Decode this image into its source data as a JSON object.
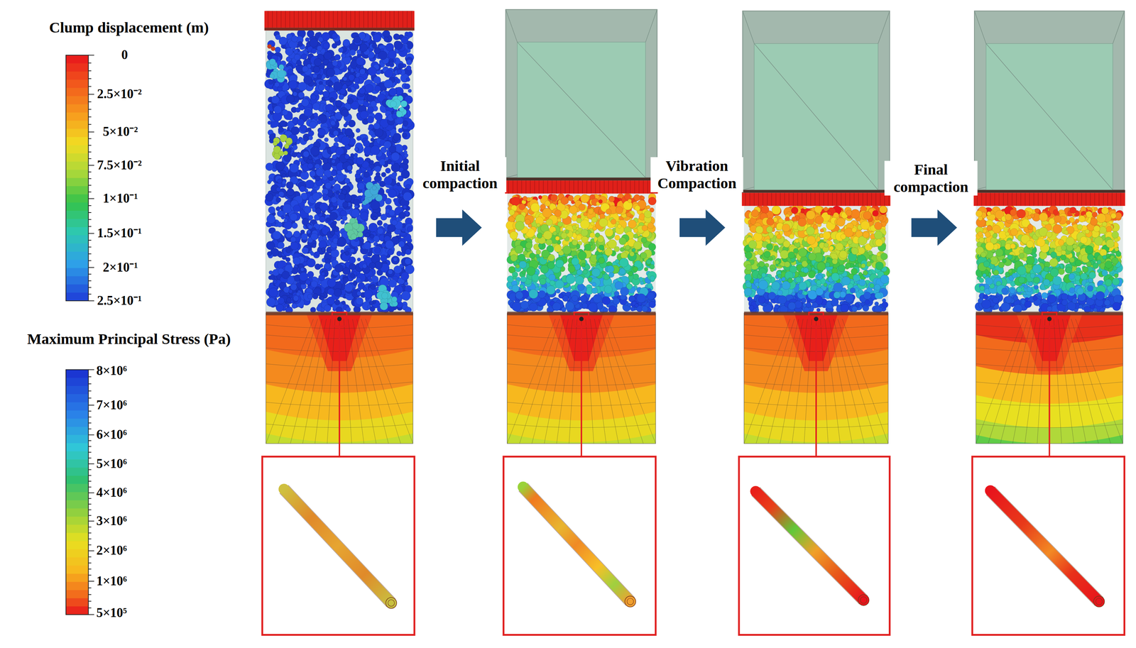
{
  "diagram": {
    "labels": [
      "Clump displacement (m)",
      "0",
      "2.5×10⁻²",
      "5×10⁻²",
      "7.5×10⁻²",
      "1×10⁻¹",
      "1.5×10⁻¹",
      "2×10⁻¹",
      "2.5×10⁻¹",
      "Maximum Principal Stress (Pa)",
      "8×10⁶",
      "7×10⁶",
      "6×10⁶",
      "5×10⁶",
      "4×10⁶",
      "3×10⁶",
      "2×10⁶",
      "1×10⁶",
      "5×10⁵",
      "Initial compaction",
      "Vibration Compaction",
      "Final compaction"
    ]
  }
}
